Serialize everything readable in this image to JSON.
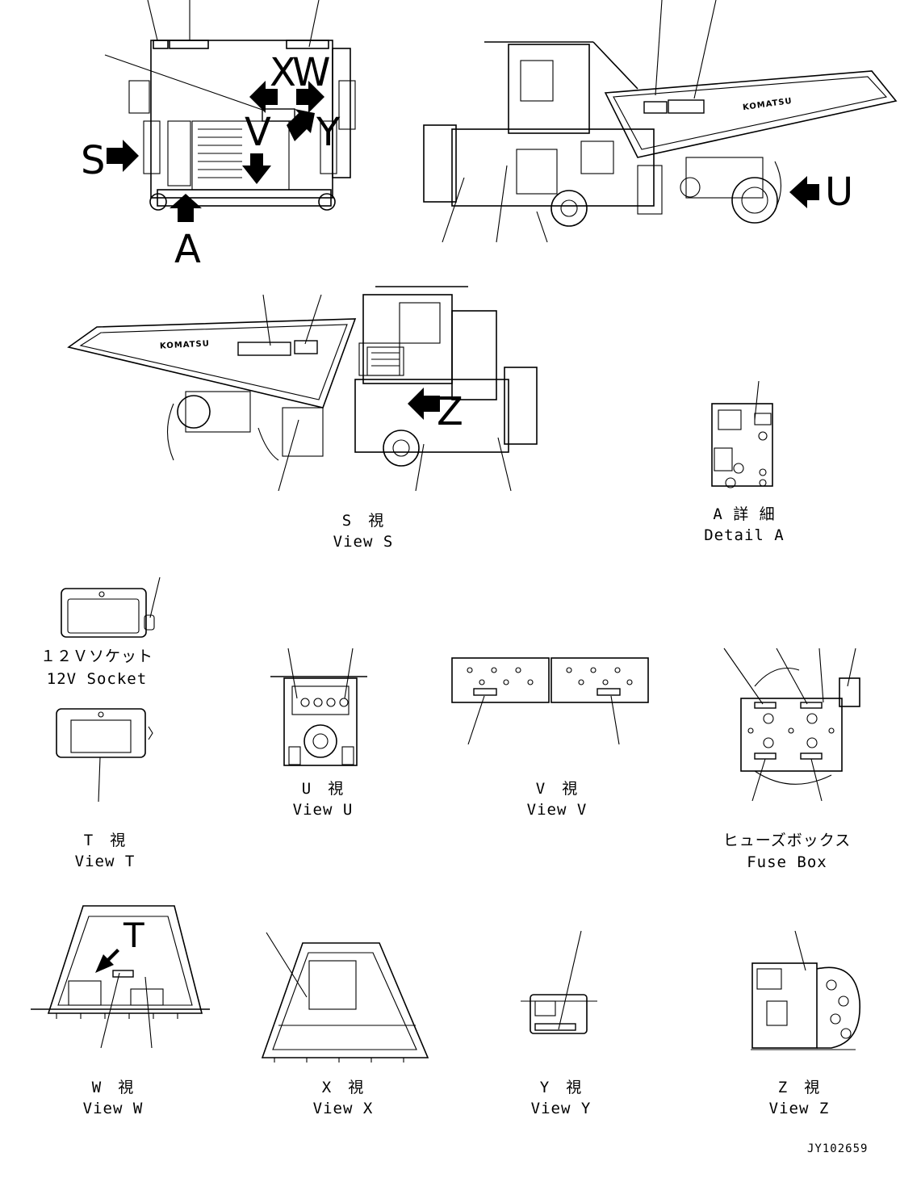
{
  "views": {
    "front": {
      "letters": {
        "x": "X",
        "w": "W",
        "v": "V",
        "y": "Y",
        "s": "S",
        "a": "A"
      }
    },
    "right": {
      "letters": {
        "u": "U"
      },
      "brand": "KOMATSU"
    },
    "left": {
      "letters": {
        "z": "Z"
      },
      "brand": "KOMATSU"
    }
  },
  "captions": {
    "view_s": {
      "jp": "S　視",
      "en": "View S"
    },
    "detail_a": {
      "jp": "A 詳 細",
      "en": "Detail A"
    },
    "socket": {
      "jp": "１２Ｖソケット",
      "en": "12V Socket"
    },
    "view_t": {
      "jp": "T　視",
      "en": "View T"
    },
    "view_u": {
      "jp": "U　視",
      "en": "View U"
    },
    "view_v": {
      "jp": "V　視",
      "en": "View V"
    },
    "fuse_box": {
      "jp": "ヒューズボックス",
      "en": "Fuse Box"
    },
    "view_w": {
      "jp": "W　視",
      "en": "View W"
    },
    "view_x": {
      "jp": "X　視",
      "en": "View X"
    },
    "view_y": {
      "jp": "Y　視",
      "en": "View Y"
    },
    "view_z": {
      "jp": "Z　視",
      "en": "View Z"
    }
  },
  "view_t_letter": "T",
  "document_number": "JY102659"
}
